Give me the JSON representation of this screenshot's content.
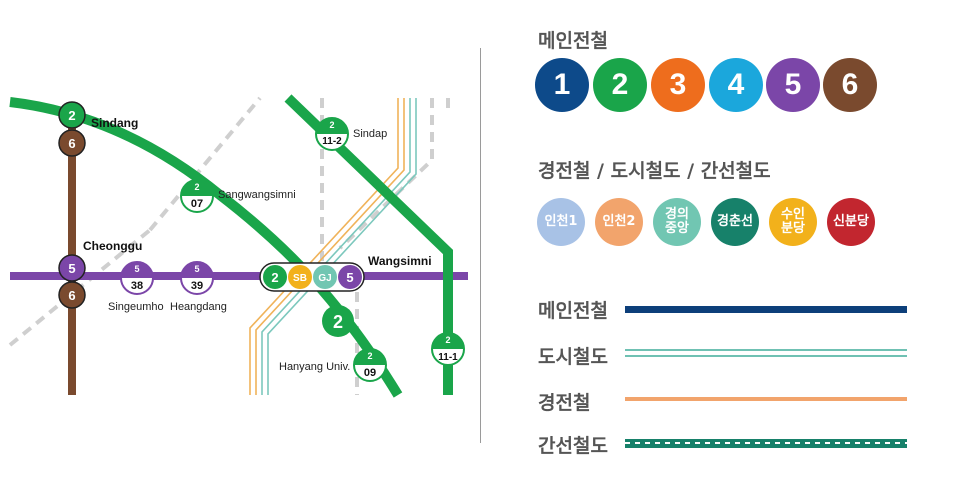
{
  "map": {
    "stations": {
      "sindang": "Sindang",
      "sindap": "Sindap",
      "sangwangsimni": "Sangwangsimni",
      "cheonggu": "Cheonggu",
      "wangsimni": "Wangsimni",
      "singeumho": "Singeumho",
      "heangdang": "Heangdang",
      "hanyang": "Hanyang Univ."
    },
    "badges": {
      "sindang_top": "2",
      "sindang_bottom": "6",
      "sindap_top": "2",
      "sindap_bottom": "11-2",
      "sangwang_top": "2",
      "sangwang_bottom": "07",
      "cheonggu_top": "5",
      "cheonggu_bottom": "6",
      "singeumho_top": "5",
      "singeumho_bottom": "38",
      "heangdang_top": "5",
      "heangdang_bottom": "39",
      "wang_2": "2",
      "wang_sb": "SB",
      "wang_gj": "GJ",
      "wang_5": "5",
      "line2_marker": "2",
      "hanyang_top": "2",
      "hanyang_bottom": "09",
      "right_top": "2",
      "right_bottom": "11-1"
    }
  },
  "legend": {
    "main_title": "메인전철",
    "main_lines": [
      {
        "label": "1",
        "color": "#0d4a8a"
      },
      {
        "label": "2",
        "color": "#1aa54a"
      },
      {
        "label": "3",
        "color": "#ee6d1d"
      },
      {
        "label": "4",
        "color": "#1ba7dc"
      },
      {
        "label": "5",
        "color": "#7b46a8"
      },
      {
        "label": "6",
        "color": "#7a4a2e"
      }
    ],
    "other_title": "경전철 / 도시철도 / 간선철도",
    "other_lines": [
      {
        "label": "인천1",
        "color": "#a8c2e6"
      },
      {
        "label": "인천2",
        "color": "#f2a46c"
      },
      {
        "label": "경의 중앙",
        "color": "#71c6b2"
      },
      {
        "label": "경춘선",
        "color": "#17816a"
      },
      {
        "label": "수인 분당",
        "color": "#f2b11b"
      },
      {
        "label": "신분당",
        "color": "#c2262f"
      }
    ],
    "styles": [
      {
        "label": "메인전철",
        "style": "solid-navy"
      },
      {
        "label": "도시철도",
        "style": "double-teal"
      },
      {
        "label": "경전철",
        "style": "solid-orange"
      },
      {
        "label": "간선철도",
        "style": "dashed-green"
      }
    ]
  }
}
